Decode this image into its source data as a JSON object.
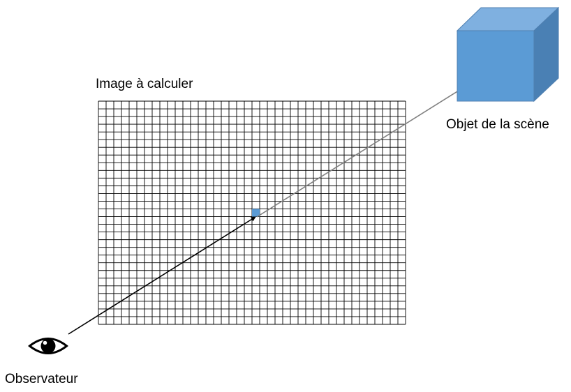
{
  "labels": {
    "image": "Image à calculer",
    "object": "Objet de la scène",
    "observer": "Observateur"
  },
  "grid": {
    "columns": 40,
    "rows": 29,
    "highlighted_cell": {
      "column": 20,
      "row": 14
    }
  },
  "icons": {
    "observer": "eye-icon",
    "object": "cube-icon"
  },
  "colors": {
    "grid_lines": "#000000",
    "highlight_cell": "#5b9bd5",
    "cube_front": "#5b9bd5",
    "cube_top": "#7fb0e0",
    "cube_side": "#4a80b4",
    "cube_border": "#4f7fb0",
    "ray_near": "#000000",
    "ray_far": "#808080"
  }
}
